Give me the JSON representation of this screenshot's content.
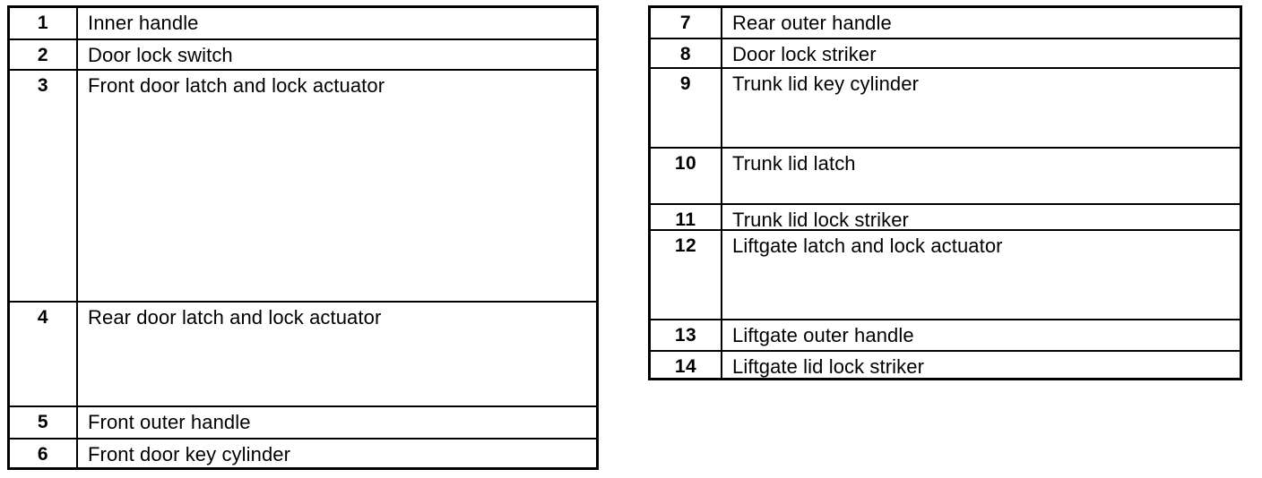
{
  "page": {
    "background_color": "#ffffff",
    "text_color": "#000000",
    "border_color": "#000000",
    "kind": "scanned-parts-legend"
  },
  "tables": [
    {
      "id": "left",
      "columns": [
        "number",
        "description"
      ],
      "rows": [
        {
          "number": "1",
          "label": "Inner handle"
        },
        {
          "number": "2",
          "label": "Door lock switch"
        },
        {
          "number": "3",
          "label": "Front door latch and lock actuator"
        },
        {
          "number": "4",
          "label": "Rear door latch and lock actuator"
        },
        {
          "number": "5",
          "label": "Front outer handle"
        },
        {
          "number": "6",
          "label": "Front door key cylinder"
        }
      ]
    },
    {
      "id": "right",
      "columns": [
        "number",
        "description"
      ],
      "rows": [
        {
          "number": "7",
          "label": "Rear outer handle"
        },
        {
          "number": "8",
          "label": "Door lock striker"
        },
        {
          "number": "9",
          "label": "Trunk lid key cylinder"
        },
        {
          "number": "10",
          "label": "Trunk lid latch"
        },
        {
          "number": "11",
          "label": "Trunk lid lock striker"
        },
        {
          "number": "12",
          "label": "Liftgate latch and lock actuator"
        },
        {
          "number": "13",
          "label": "Liftgate outer handle"
        },
        {
          "number": "14",
          "label": "Liftgate lid lock striker"
        }
      ]
    }
  ]
}
